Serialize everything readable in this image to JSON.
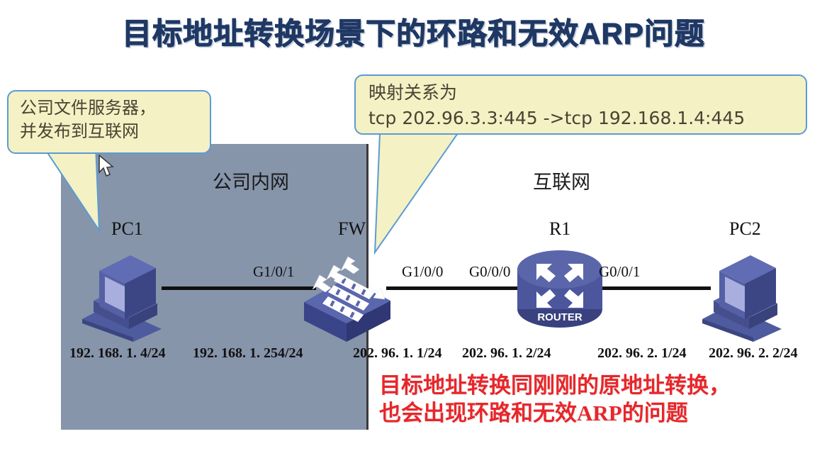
{
  "title": "目标地址转换场景下的环路和无效ARP问题",
  "zones": {
    "internal_label": "公司内网",
    "internet_label": "互联网"
  },
  "callouts": {
    "left": {
      "line1": "公司文件服务器，",
      "line2": "并发布到互联网"
    },
    "mapping": {
      "line1": "映射关系为",
      "line2": "tcp 202.96.3.3:445 ->tcp 192.168.1.4:445"
    }
  },
  "devices": [
    {
      "name": "PC1",
      "type": "pc",
      "ip": "192. 168. 1. 4/24"
    },
    {
      "name": "FW",
      "type": "firewall",
      "ip": "202. 96. 1. 1/24"
    },
    {
      "name": "R1",
      "type": "router",
      "badge": "ROUTER",
      "ip": "202. 96. 1. 2/24"
    },
    {
      "name": "PC2",
      "type": "pc",
      "ip": "202. 96. 2. 2/24"
    }
  ],
  "interfaces": {
    "fw_inside": "G1/0/1",
    "fw_outside": "G1/0/0",
    "r1_left": "G0/0/0",
    "r1_right": "G0/0/1"
  },
  "ip_labels": {
    "pc1": "192. 168. 1. 4/24",
    "fw_inside": "192. 168. 1. 254/24",
    "fw_outside": "202. 96. 1. 1/24",
    "r1_left": "202. 96. 1. 2/24",
    "r1_right": "202. 96. 2. 1/24",
    "pc2": "202. 96. 2. 2/24"
  },
  "note": {
    "line1": "目标地址转换同刚刚的原地址转换，",
    "line2": "也会出现环路和无效ARP的问题"
  },
  "colors": {
    "title": "#1f3864",
    "zone_internal": "#8795ab",
    "callout_fill": "#f4f1c4",
    "callout_border": "#5b9bd5",
    "device_blue": "#5b6bb0",
    "note_red": "#e8262a"
  }
}
